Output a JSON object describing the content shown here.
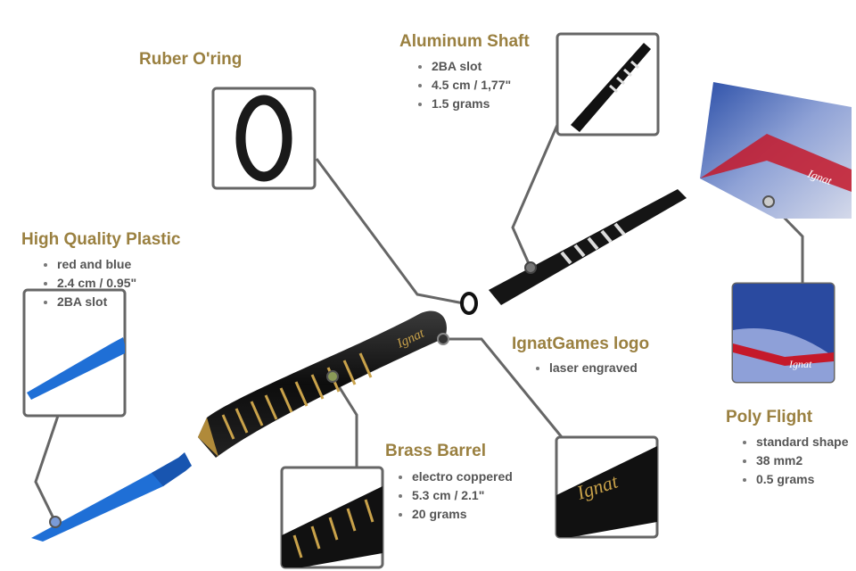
{
  "sections": {
    "oring": {
      "title": "Ruber O'ring",
      "items": []
    },
    "shaft": {
      "title": "Aluminum Shaft",
      "items": [
        "2BA slot",
        "4.5 cm / 1,77\"",
        "1.5 grams"
      ]
    },
    "plastic": {
      "title": "High Quality Plastic",
      "items": [
        "red and blue",
        "2.4 cm / 0.95\"",
        "2BA slot"
      ]
    },
    "logo": {
      "title": "IgnatGames logo",
      "items": [
        "laser engraved"
      ]
    },
    "flight": {
      "title": "Poly Flight",
      "items": [
        "standard shape",
        "38 mm2",
        "0.5 grams"
      ]
    },
    "barrel": {
      "title": "Brass Barrel",
      "items": [
        "electro coppered",
        "5.3 cm / 2.1\"",
        "20 grams"
      ]
    }
  },
  "brand_logo": "Ignat",
  "colors": {
    "title": "#9a8040",
    "text": "#555555",
    "line": "#666666",
    "tip_blue": "#1f6fd6",
    "gold": "#c9a24a"
  }
}
